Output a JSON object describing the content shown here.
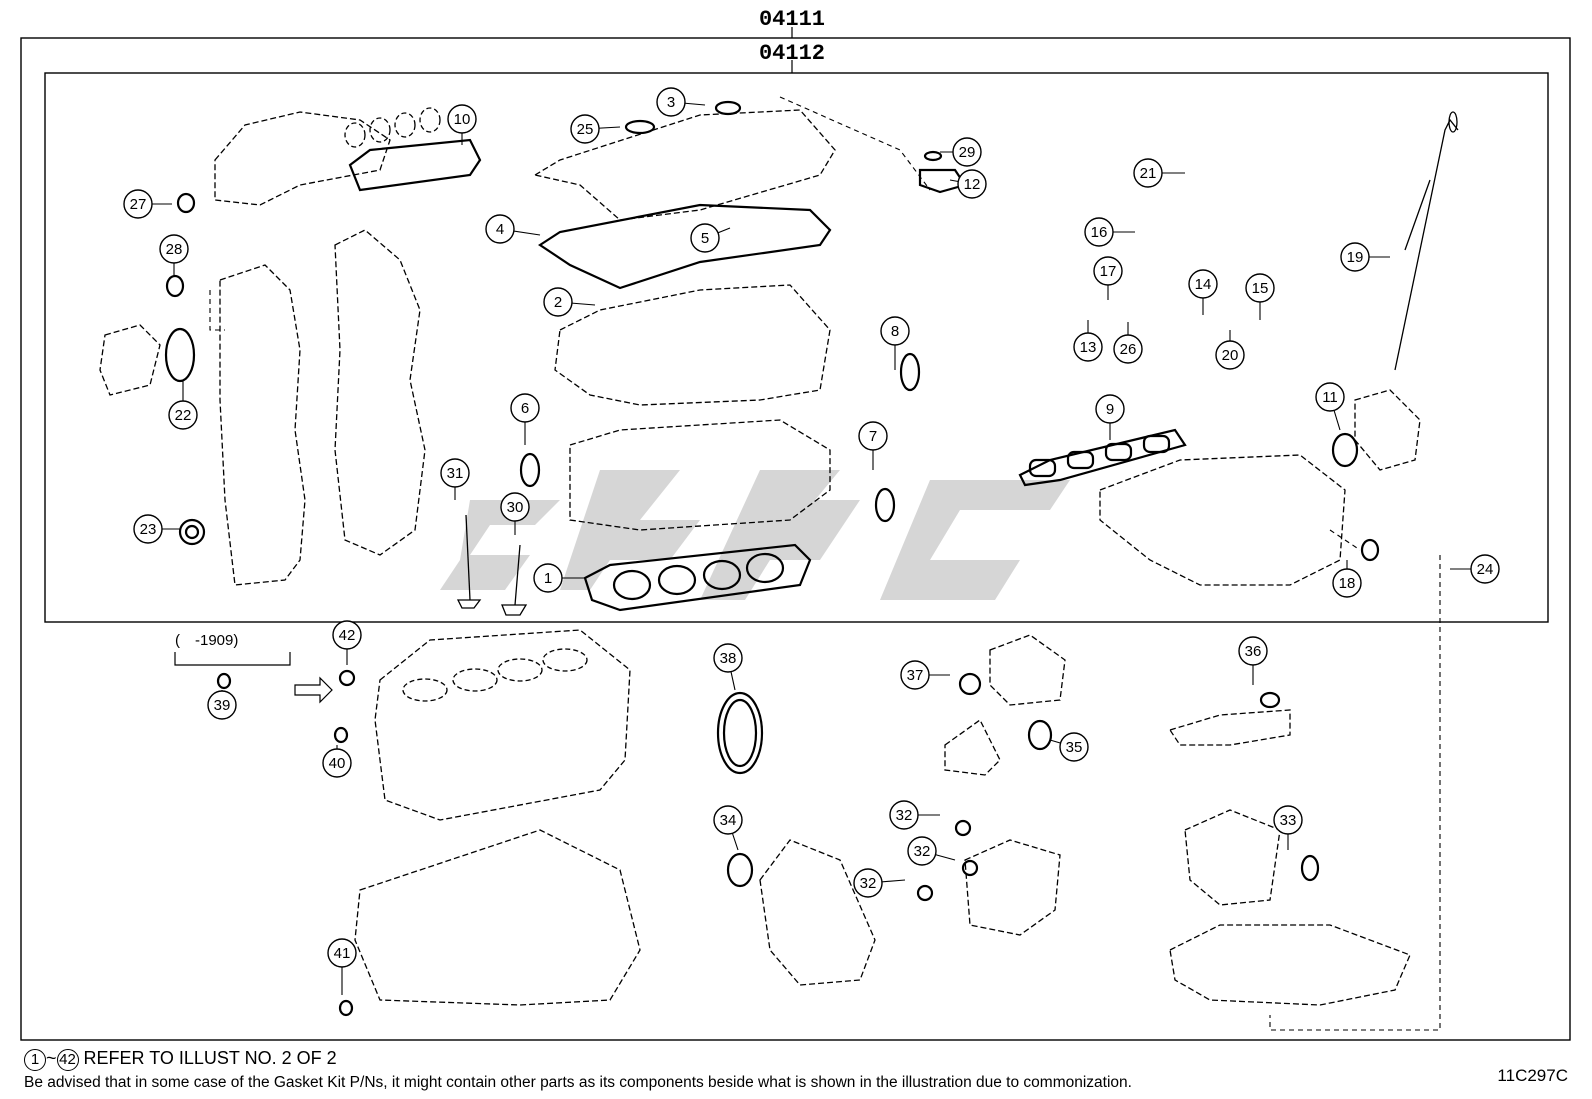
{
  "diagram": {
    "kit_code_outer": "04111",
    "kit_code_inner": "04112",
    "date_note": "(　-1909)",
    "footnote_range_start": "1",
    "footnote_range_end": "42",
    "footnote_refer": "REFER TO ILLUST NO. 2 OF 2",
    "footnote_disclaimer": "Be advised that in some case of the Gasket Kit P/Ns,  it might contain other parts as its components beside what is shown in the illustration due to commonization.",
    "illustration_id": "11C297C",
    "callouts": [
      "1",
      "2",
      "3",
      "4",
      "5",
      "6",
      "7",
      "8",
      "9",
      "10",
      "11",
      "12",
      "13",
      "14",
      "15",
      "16",
      "17",
      "18",
      "19",
      "20",
      "21",
      "22",
      "23",
      "24",
      "25",
      "26",
      "27",
      "28",
      "29",
      "30",
      "31",
      "32",
      "33",
      "34",
      "35",
      "36",
      "37",
      "38",
      "39",
      "40",
      "41",
      "42"
    ],
    "colors": {
      "line": "#000000",
      "watermark": "#c8c8c8",
      "background": "#ffffff"
    }
  }
}
